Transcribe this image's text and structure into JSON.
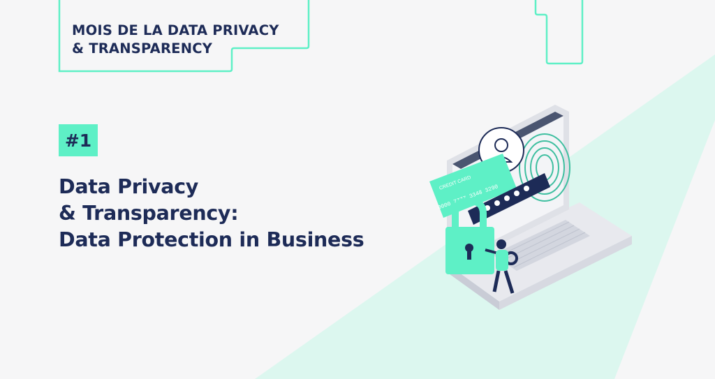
{
  "header": {
    "series_line_1": "MOIS DE LA DATA PRIVACY",
    "series_line_2": "& TRANSPARENCY"
  },
  "episode": {
    "badge": "#1"
  },
  "article": {
    "title_line_1": "Data Privacy",
    "title_line_2": "& Transparency:",
    "title_line_3": "Data Protection in Business"
  },
  "illustration": {
    "card_label": "CREDIT CARD",
    "card_number": "0000 7777 3348 3290",
    "icons": [
      "laptop-icon",
      "user-icon",
      "fingerprint-icon",
      "padlock-icon",
      "key-icon",
      "person-icon"
    ]
  },
  "colors": {
    "background": "#f6f6f7",
    "accent": "#5ef0c6",
    "accent_light": "#dcf7ef",
    "text": "#1d2b57"
  }
}
